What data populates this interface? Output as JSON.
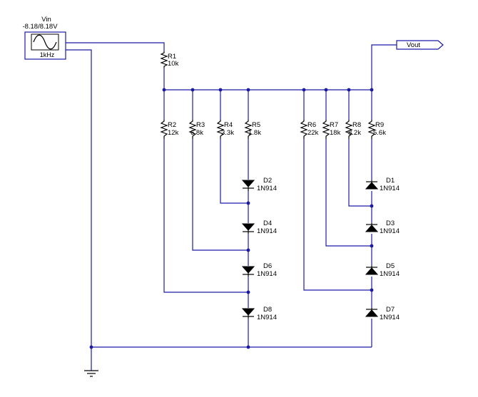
{
  "source": {
    "name": "Vin",
    "amplitude": "-8.18/8.18V",
    "frequency": "1kHz"
  },
  "output": {
    "label": "Vout"
  },
  "resistors": [
    {
      "name": "R1",
      "value": "10k"
    },
    {
      "name": "R2",
      "value": "12k"
    },
    {
      "name": "R3",
      "value": "6.8k"
    },
    {
      "name": "R4",
      "value": "3.3k"
    },
    {
      "name": "R5",
      "value": "1.8k"
    },
    {
      "name": "R6",
      "value": "22k"
    },
    {
      "name": "R7",
      "value": "18k"
    },
    {
      "name": "R8",
      "value": "8.2k"
    },
    {
      "name": "R9",
      "value": "5.6k"
    }
  ],
  "diodes": [
    {
      "name": "D1",
      "part": "1N914"
    },
    {
      "name": "D2",
      "part": "1N914"
    },
    {
      "name": "D3",
      "part": "1N914"
    },
    {
      "name": "D4",
      "part": "1N914"
    },
    {
      "name": "D5",
      "part": "1N914"
    },
    {
      "name": "D6",
      "part": "1N914"
    },
    {
      "name": "D7",
      "part": "1N914"
    },
    {
      "name": "D8",
      "part": "1N914"
    }
  ]
}
